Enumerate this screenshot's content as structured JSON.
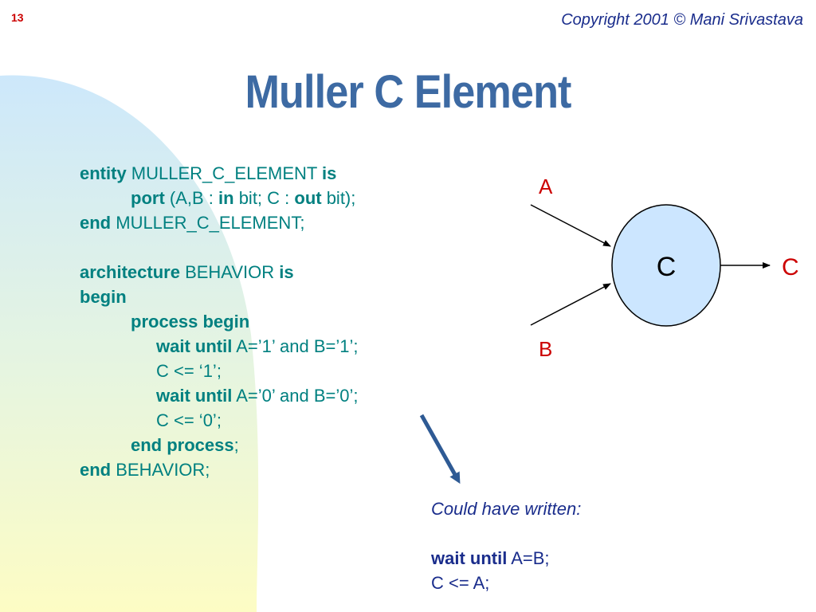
{
  "slide_number": "13",
  "copyright": "Copyright 2001 © Mani Srivastava",
  "title": "Muller C Element",
  "code": {
    "l1": {
      "k1": "entity",
      "t1": " MULLER_C_ELEMENT ",
      "k2": "is"
    },
    "l2": {
      "k1": "port",
      "t1": " (A,B : ",
      "k2": "in",
      "t2": " bit; C : ",
      "k3": "out",
      "t3": " bit);"
    },
    "l3": {
      "k1": "end",
      "t1": " MULLER_C_ELEMENT;"
    },
    "l5": {
      "k1": "architecture",
      "t1": " BEHAVIOR ",
      "k2": "is"
    },
    "l6": {
      "k1": "begin"
    },
    "l7": {
      "k1": "process begin"
    },
    "l8": {
      "k1": "wait until",
      "t1": " A=’1’ and B=’1’;"
    },
    "l9": {
      "t1": "C <= ‘1’;"
    },
    "l10": {
      "k1": "wait until",
      "t1": " A=’0’ and B=’0’;"
    },
    "l11": {
      "t1": "C <= ‘0’;"
    },
    "l12": {
      "k1": "end process",
      "t1": ";"
    },
    "l13": {
      "k1": "end",
      "t1": " BEHAVIOR;"
    }
  },
  "diagram": {
    "input_a": "A",
    "input_b": "B",
    "gate_label": "C",
    "output_label": "C",
    "gate_fill": "#cce6ff",
    "label_color": "#cc0000"
  },
  "note": {
    "heading": "Could have written:",
    "l1": {
      "k1": "wait until",
      "t1": " A=B;"
    },
    "l2": {
      "t1": "C <= A;"
    }
  },
  "colors": {
    "code": "#008080",
    "title": "#3d6aa3",
    "note": "#1a2d8c",
    "arrow": "#2e5a94",
    "blob_top": "#cde8fb",
    "blob_bottom": "#fdfcc4"
  }
}
